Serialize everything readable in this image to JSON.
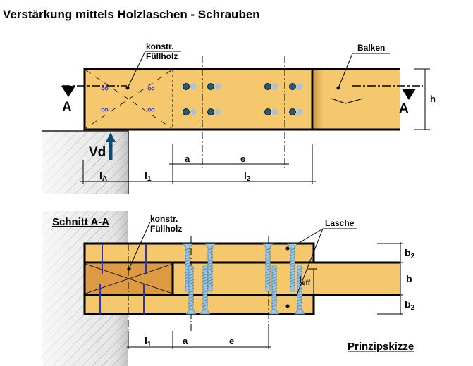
{
  "title": "Verstärkung mittels Holzlaschen - Schrauben",
  "top_view": {
    "filler_label_1": "konstr.",
    "filler_label_2": "Füllholz",
    "beam_label": "Balken",
    "section_marker": "A",
    "force_label": "Vd",
    "dim_h": "h",
    "dim_a": "a",
    "dim_e": "e",
    "dim_lA": "l",
    "dim_lA_sub": "A",
    "dim_l1": "l",
    "dim_l1_sub": "1",
    "dim_l2": "l",
    "dim_l2_sub": "2"
  },
  "section_view": {
    "heading": "Schnitt A-A",
    "filler_label_1": "konstr.",
    "filler_label_2": "Füllholz",
    "plate_label": "Lasche",
    "dim_b2": "b",
    "dim_b2_sub": "2",
    "dim_b": "b",
    "dim_leff": "l",
    "dim_leff_sub": "eff",
    "dim_l1": "l",
    "dim_l1_sub": "1",
    "dim_a": "a",
    "dim_e": "e",
    "footer": "Prinzipskizze"
  },
  "colors": {
    "wood": "#f5c86e",
    "filler": "#dc9a42",
    "bolt_dark": "#1a5a8c",
    "bolt_light": "#a9c3dc",
    "screw": "#9cc6e6"
  }
}
